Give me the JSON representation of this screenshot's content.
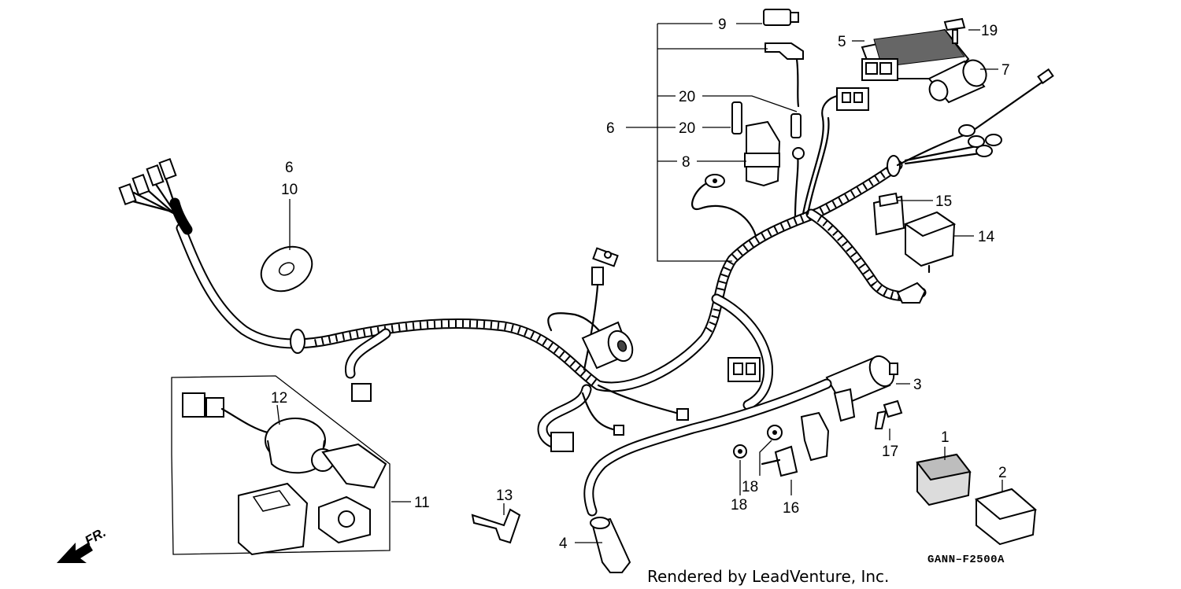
{
  "diagram": {
    "callouts": {
      "c1": "1",
      "c2": "2",
      "c3": "3",
      "c4": "4",
      "c5": "5",
      "c6a": "6",
      "c6b": "6",
      "c7": "7",
      "c8": "8",
      "c9": "9",
      "c10": "10",
      "c11": "11",
      "c12": "12",
      "c13": "13",
      "c14": "14",
      "c15": "15",
      "c16": "16",
      "c17": "17",
      "c18a": "18",
      "c18b": "18",
      "c19": "19",
      "c20a": "20",
      "c20b": "20"
    },
    "direction_label": "FR.",
    "diagram_code": "GANN–F2500A",
    "credit": "Rendered by LeadVenture, Inc."
  }
}
